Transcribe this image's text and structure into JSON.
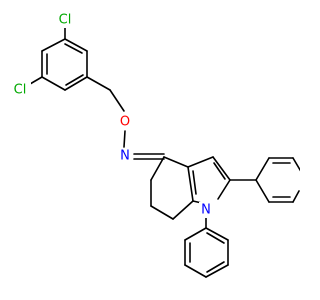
{
  "molecule": {
    "atoms": [
      {
        "id": "cl1",
        "symbol": "Cl",
        "color": "#00a800"
      },
      {
        "id": "cl2",
        "symbol": "Cl",
        "color": "#00a800"
      },
      {
        "id": "o1",
        "symbol": "O",
        "color": "#ff0000"
      },
      {
        "id": "n_oxime",
        "symbol": "N",
        "color": "#0000ff"
      },
      {
        "id": "n_ring",
        "symbol": "N",
        "color": "#0000ff"
      }
    ]
  }
}
